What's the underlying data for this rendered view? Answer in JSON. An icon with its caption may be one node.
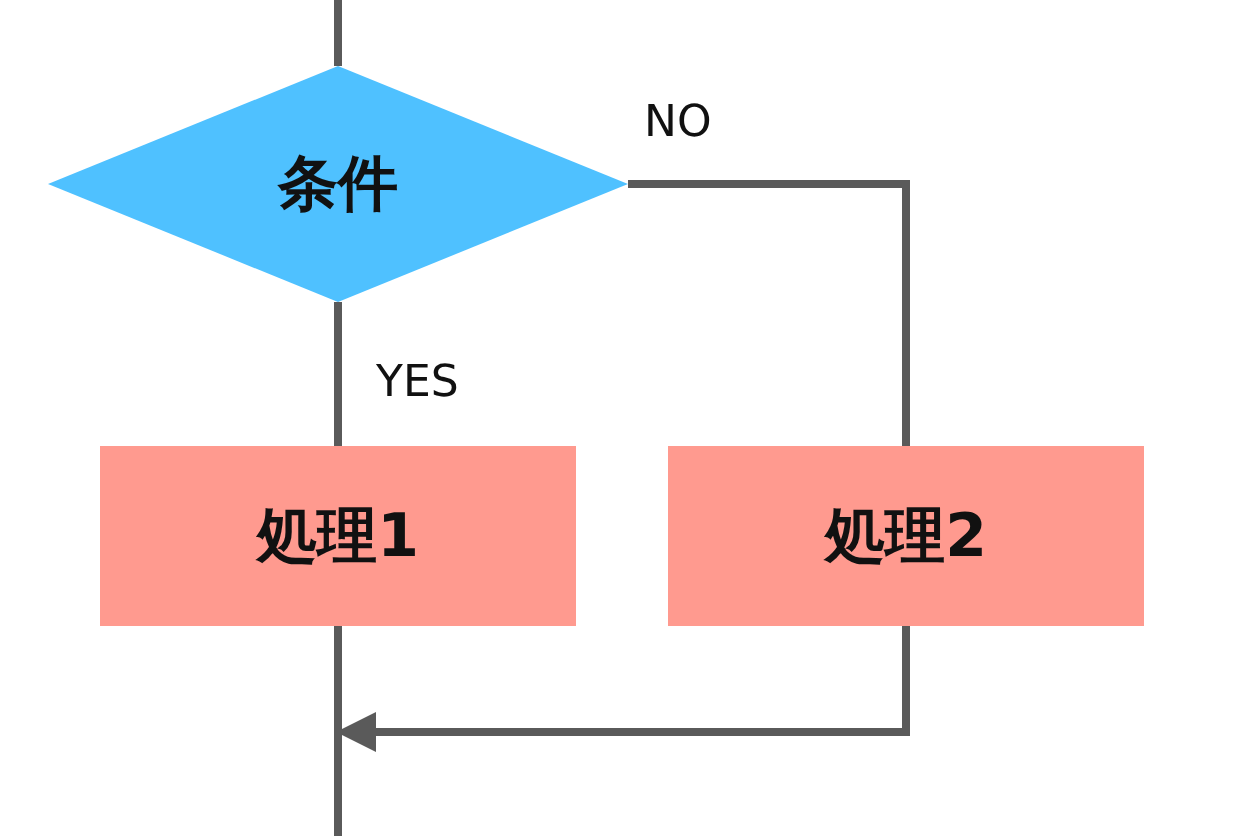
{
  "diagram": {
    "nodes": [
      {
        "text": [
          "条件"
        ]
      },
      {
        "text": [
          "処理1"
        ]
      },
      {
        "text": [
          "処理2"
        ]
      }
    ],
    "edges": [
      {
        "from": null,
        "to": 0,
        "arrow": "none"
      },
      {
        "from": 0,
        "to": 1,
        "label": "YES",
        "arrow": "none"
      },
      {
        "from": 0,
        "to": 2,
        "label": "NO",
        "arrow": "none"
      },
      {
        "from": 1,
        "to": null,
        "arrow": "none"
      },
      {
        "from": 2,
        "to": null,
        "arrow": "to"
      }
    ]
  }
}
